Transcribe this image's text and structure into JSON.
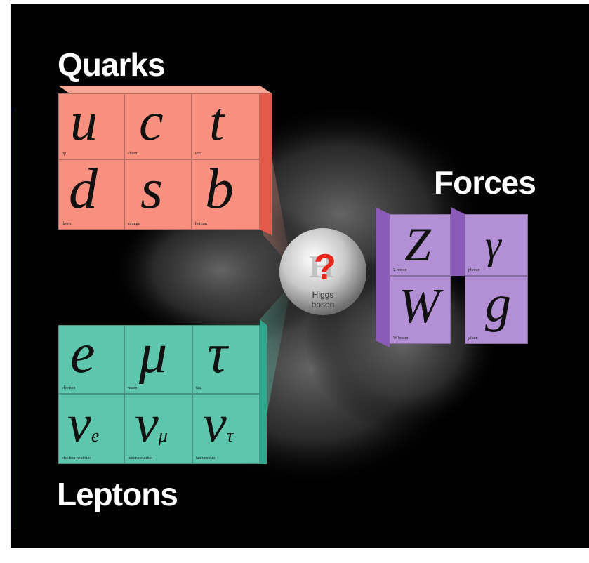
{
  "quarks": {
    "title": "Quarks",
    "items": [
      {
        "symbol": "u",
        "label": "up"
      },
      {
        "symbol": "c",
        "label": "charm"
      },
      {
        "symbol": "t",
        "label": "top"
      },
      {
        "symbol": "d",
        "label": "down"
      },
      {
        "symbol": "s",
        "label": "strange"
      },
      {
        "symbol": "b",
        "label": "bottom"
      }
    ]
  },
  "leptons": {
    "title": "Leptons",
    "items": [
      {
        "symbol": "e",
        "sub": "",
        "label": "electron"
      },
      {
        "symbol": "μ",
        "sub": "",
        "label": "muon"
      },
      {
        "symbol": "τ",
        "sub": "",
        "label": "tau"
      },
      {
        "symbol": "ν",
        "sub": "e",
        "label": "electron neutrino"
      },
      {
        "symbol": "ν",
        "sub": "μ",
        "label": "muon neutrino"
      },
      {
        "symbol": "ν",
        "sub": "τ",
        "label": "tau neutrino"
      }
    ]
  },
  "forces": {
    "title": "Forces",
    "items": [
      {
        "symbol": "Z",
        "label": "Z boson"
      },
      {
        "symbol": "γ",
        "label": "photon"
      },
      {
        "symbol": "W",
        "label": "W boson"
      },
      {
        "symbol": "g",
        "label": "gluon"
      }
    ]
  },
  "higgs": {
    "mark": "?",
    "line1": "Higgs",
    "line2": "boson",
    "glyph": "H"
  },
  "colors": {
    "quark": "#f7907e",
    "lepton": "#5ec6ac",
    "force": "#b390d6",
    "background": "#000000",
    "question": "#e8251a"
  }
}
